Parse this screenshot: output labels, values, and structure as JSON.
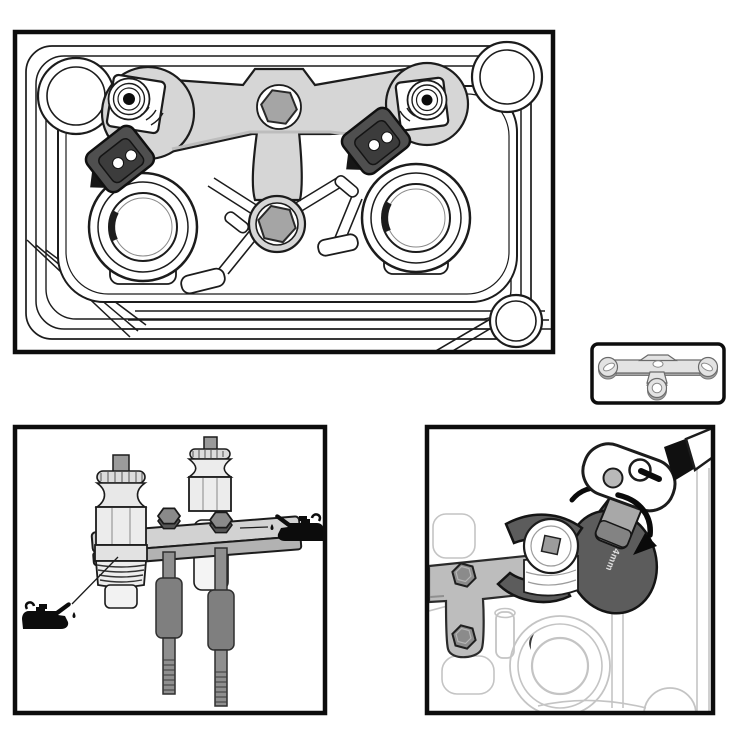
{
  "document": {
    "type": "illustrated service instructions",
    "background": "#ffffff"
  },
  "palette": {
    "line": "#1c1c1c",
    "frame": "#0d0d0d",
    "tool_gray": "#d6d6d6",
    "tool_shade": "#bdbdbd",
    "hex_gray": "#a5a5a5",
    "dark_part": "#4f4f4f",
    "mid_gray": "#8f8f8f",
    "plate_gray": "#d2d2d2",
    "wrench_gray": "#5c5c5c",
    "faded_line": "#c4c4c4",
    "black": "#0c0c0c",
    "white": "#ffffff"
  },
  "panels": {
    "head_top_view": {
      "alt": "Engine cylinder head top view with T-shaped retaining tool bolted over both injector ports"
    },
    "tool_inset": {
      "alt": "T-shaped retaining tool shown alone"
    },
    "lubrication_step": {
      "alt": "Retaining tool assembled with two injectors and guide studs; oil-can symbols mark points to lubricate"
    },
    "torque_step": {
      "alt": "Ratchet with crow-foot spanner tightening injector nut, rotation arrow",
      "wrench_size_label": "24mm"
    }
  },
  "icons": {
    "oil_can_left": "oil-can-icon",
    "oil_can_right": "oil-can-icon",
    "rotation_arrow": "rotation-arrow-icon"
  }
}
